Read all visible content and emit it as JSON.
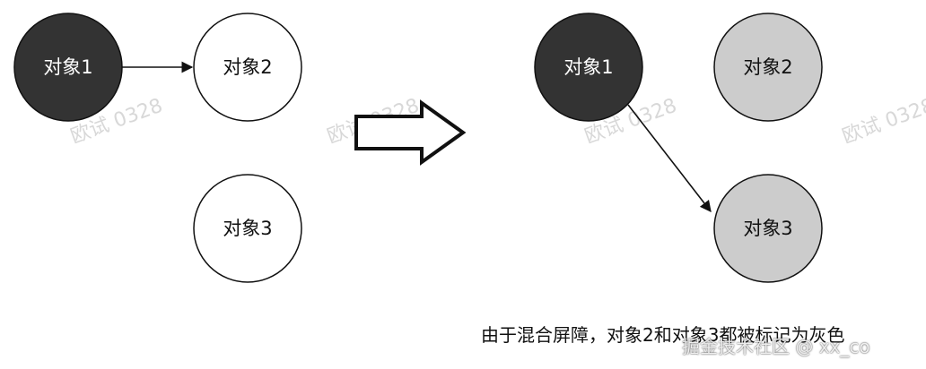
{
  "before": {
    "nodes": [
      {
        "label": "对象1",
        "fill": "#333333",
        "text_color": "#ffffff"
      },
      {
        "label": "对象2",
        "fill": "#ffffff",
        "text_color": "#111111"
      },
      {
        "label": "对象3",
        "fill": "#ffffff",
        "text_color": "#111111"
      }
    ]
  },
  "after": {
    "nodes": [
      {
        "label": "对象1",
        "fill": "#333333",
        "text_color": "#ffffff"
      },
      {
        "label": "对象2",
        "fill": "#cccccc",
        "text_color": "#111111"
      },
      {
        "label": "对象3",
        "fill": "#cccccc",
        "text_color": "#111111"
      }
    ]
  },
  "caption": "由于混合屏障，对象2和对象3都被标记为灰色",
  "watermark": "欧试 0328",
  "credit": "掘金技术社区 @ xx_co"
}
